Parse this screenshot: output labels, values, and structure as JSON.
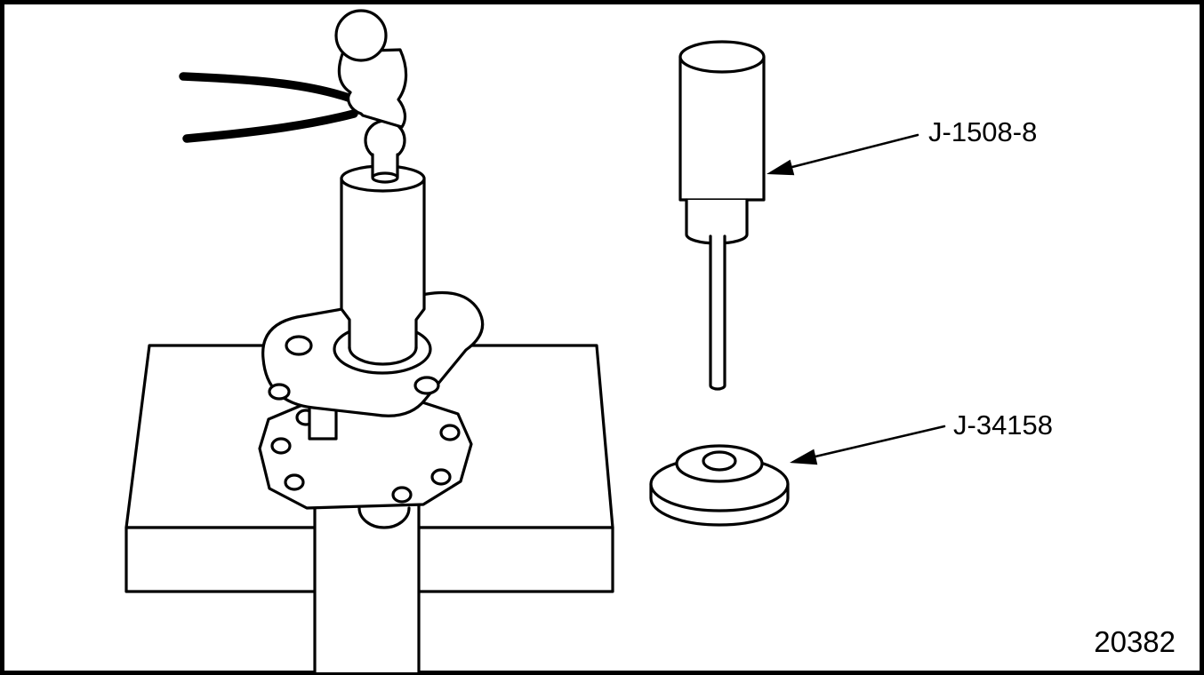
{
  "figure": {
    "number": "20382",
    "callouts": [
      {
        "label": "J-1508-8",
        "points_to": "driver-handle-tool"
      },
      {
        "label": "J-34158",
        "points_to": "installer-adapter-tool"
      }
    ],
    "components": [
      "hammer",
      "workbench",
      "injector-clamp-assembly",
      "driver-handle-tool",
      "installer-adapter-tool"
    ],
    "colors": {
      "line": "#000000",
      "background": "#ffffff"
    }
  }
}
